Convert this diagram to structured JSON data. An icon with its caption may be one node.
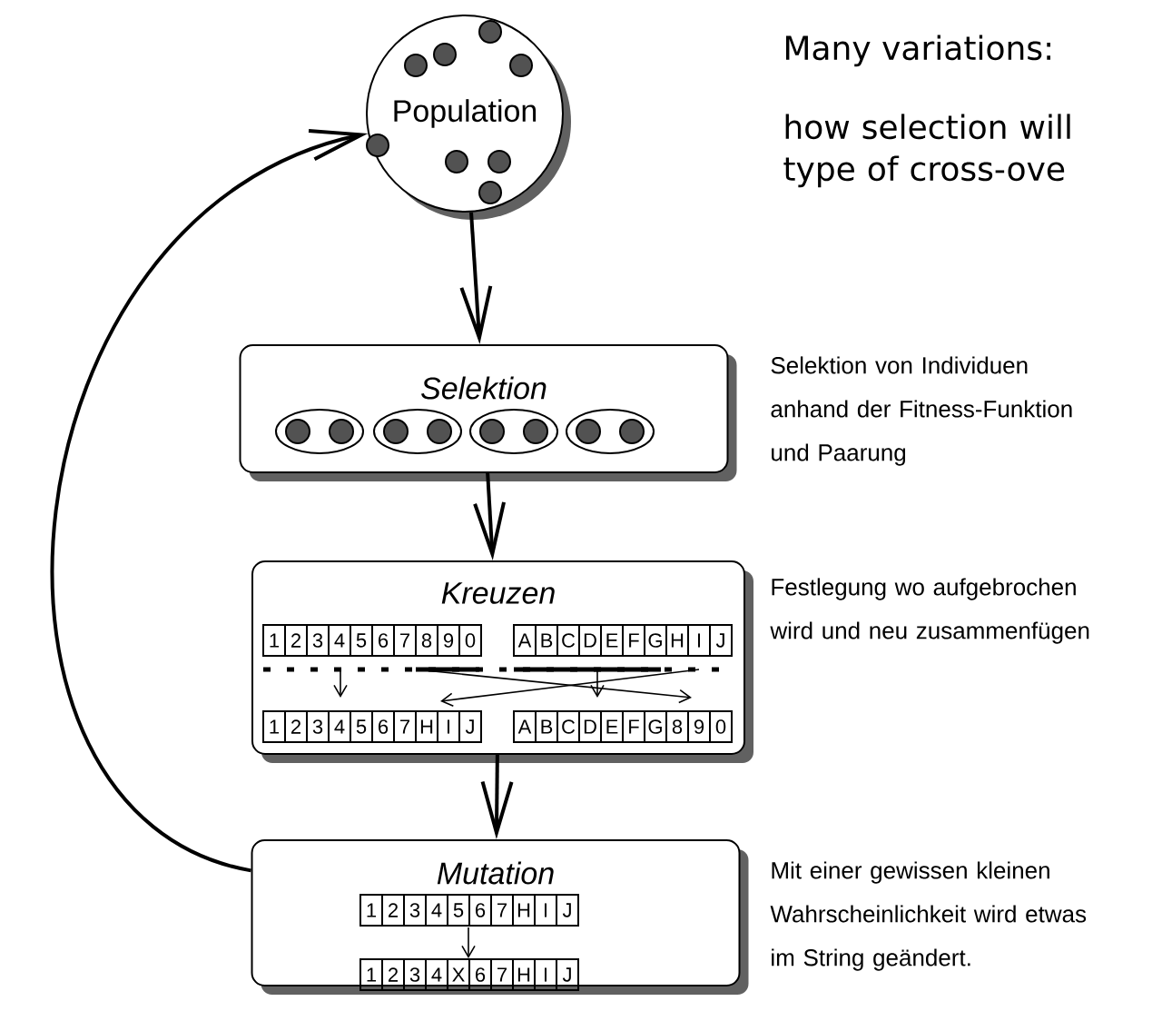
{
  "diagram": {
    "title": "Many variations:",
    "nodes": [
      {
        "text": [
          "Population"
        ]
      },
      {
        "text": [
          "Selektion"
        ],
        "beside": [
          "Selektion von Individuen anhand der Fitness-Funktion und Paarung"
        ]
      },
      {
        "text": [
          "Kreuzen"
        ],
        "beside": [
          "Festlegung wo aufgebrochen wird und neu zusammenfügen"
        ]
      },
      {
        "text": [
          "Mutation"
        ],
        "beside": [
          "Mit einer gewissen kleinen Wahrscheinlichkeit wird etwas im String geändert."
        ]
      }
    ],
    "edges": [
      {
        "from": 0,
        "to": 1,
        "arrow": "to"
      },
      {
        "from": 1,
        "to": 2,
        "arrow": "to"
      },
      {
        "from": 2,
        "to": 3,
        "arrow": "to"
      },
      {
        "from": 3,
        "to": 0,
        "arrow": "to"
      }
    ],
    "labels": [
      "how selection will type of cross-ove",
      "1",
      "2",
      "3",
      "4",
      "5",
      "6",
      "7",
      "8",
      "9",
      "0",
      "A",
      "B",
      "C",
      "D",
      "E",
      "F",
      "G",
      "H",
      "I",
      "J",
      "1",
      "2",
      "3",
      "4",
      "5",
      "6",
      "7",
      "H",
      "I",
      "J",
      "A",
      "B",
      "C",
      "D",
      "E",
      "F",
      "G",
      "8",
      "9",
      "0",
      "1",
      "2",
      "3",
      "4",
      "5",
      "6",
      "7",
      "H",
      "I",
      "J",
      "1",
      "2",
      "3",
      "4",
      "X",
      "6",
      "7",
      "H",
      "I",
      "J"
    ]
  }
}
